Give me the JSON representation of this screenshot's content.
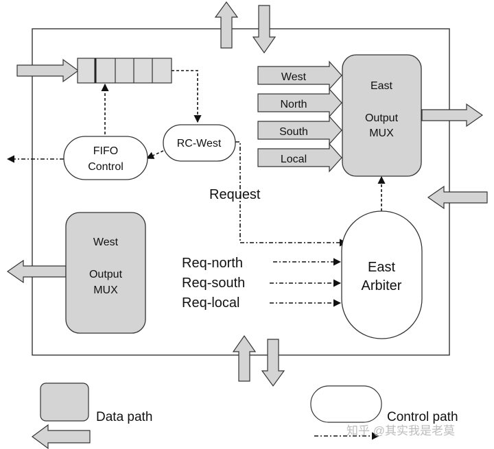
{
  "router": {
    "output_mux_east": {
      "line1": "East",
      "line2": "Output",
      "line3": "MUX"
    },
    "output_mux_west": {
      "line1": "West",
      "line2": "Output",
      "line3": "MUX"
    },
    "arbiter_east": {
      "line1": "East",
      "line2": "Arbiter"
    },
    "fifo_control": {
      "line1": "FIFO",
      "line2": "Control"
    },
    "rc_west": "RC-West",
    "request_label": "Request",
    "mux_inputs": [
      "West",
      "North",
      "South",
      "Local"
    ],
    "arbiter_requests": [
      "Req-north",
      "Req-south",
      "Req-local"
    ]
  },
  "legend": {
    "data_path": "Data path",
    "control_path": "Control path"
  },
  "watermark": "知乎 @其实我是老莫",
  "colors": {
    "block_fill": "#d4d4d4",
    "stroke": "#333333",
    "white": "#ffffff"
  }
}
